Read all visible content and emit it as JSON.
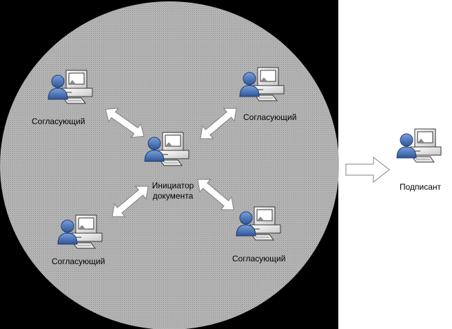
{
  "diagram": {
    "nodes": {
      "initiator": {
        "line1": "Инициатор",
        "line2": "документа"
      },
      "approver_top_left": {
        "label": "Согласующий"
      },
      "approver_top_right": {
        "label": "Согласующий"
      },
      "approver_bottom_left": {
        "label": "Согласующий"
      },
      "approver_bottom_right": {
        "label": "Согласующий"
      },
      "signer": {
        "label": "Подписант"
      }
    },
    "colors": {
      "frame_background": "#000000",
      "circle_fill": "#b3b3b3",
      "person_blue": "#4a72b8",
      "person_dark": "#1f3d73",
      "arrow_fill": "#ffffff",
      "arrow_outline": "#808080"
    },
    "icons": [
      "user-computer-icon",
      "double-arrow-icon",
      "right-arrow-icon"
    ]
  }
}
